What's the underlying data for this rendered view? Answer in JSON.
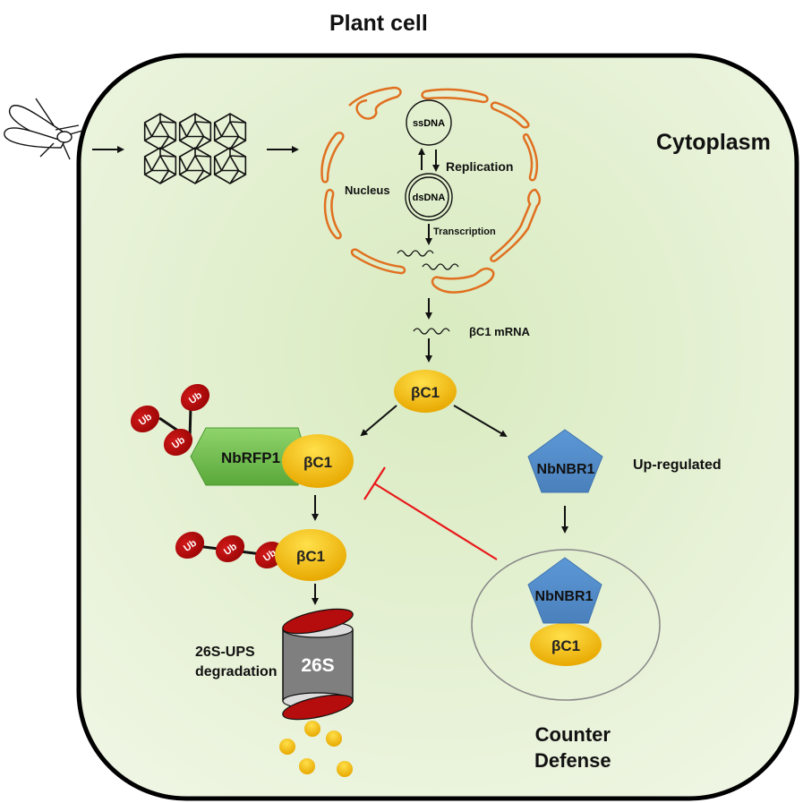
{
  "title": "Plant cell",
  "labels": {
    "cytoplasm": "Cytoplasm",
    "nucleus": "Nucleus",
    "ssdna": "ssDNA",
    "dsdna": "dsDNA",
    "replication": "Replication",
    "transcription": "Transcription",
    "mrna": "βC1 mRNA",
    "bc1": "βC1",
    "nbrfp1": "NbRFP1",
    "nbnbr1": "NbNBR1",
    "upregulated": "Up-regulated",
    "ub": "Ub",
    "proteasome": "26S",
    "degradation_line1": "26S-UPS",
    "degradation_line2": "degradation",
    "counter_line1": "Counter",
    "counter_line2": "Defense"
  },
  "colors": {
    "cell_fill": "#e8f2d6",
    "nucleus_outline": "#e07020",
    "bc1_fill": "#f5bf10",
    "ub_fill": "#b50d0d",
    "nbrfp1_fill": "#6cbf4a",
    "nbnbr1_fill": "#4f88c6",
    "inhibition": "#e8191b",
    "proteasome_body": "#7f7f7f"
  }
}
